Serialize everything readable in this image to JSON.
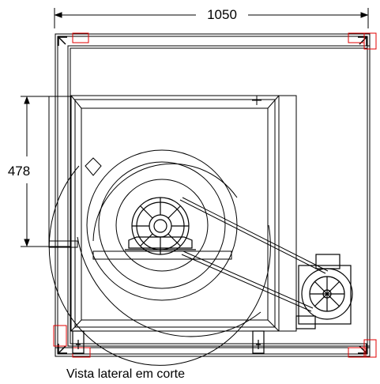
{
  "drawing": {
    "dimension_width": "1050",
    "dimension_height": "478",
    "caption": "Vista lateral em corte",
    "colors": {
      "line": "#000000",
      "highlight": "#e00000",
      "background": "#ffffff"
    }
  }
}
